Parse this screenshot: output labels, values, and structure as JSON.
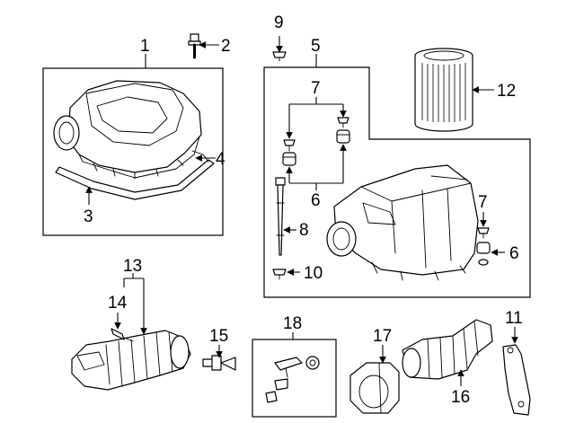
{
  "callouts": {
    "c1": "1",
    "c2": "2",
    "c3": "3",
    "c4": "4",
    "c5": "5",
    "c6a": "6",
    "c6b": "6",
    "c7a": "7",
    "c7b": "7",
    "c8": "8",
    "c9": "9",
    "c10": "10",
    "c11": "11",
    "c12": "12",
    "c13": "13",
    "c14": "14",
    "c15": "15",
    "c16": "16",
    "c17": "17",
    "c18": "18"
  }
}
